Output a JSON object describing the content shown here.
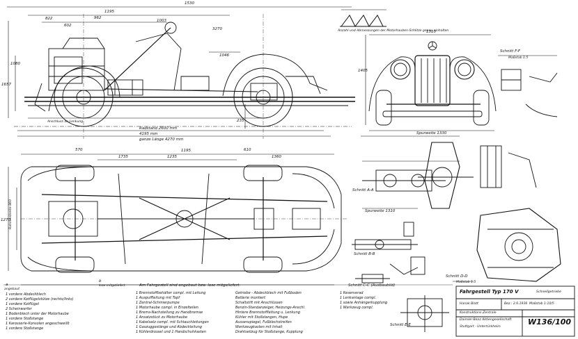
{
  "top_dims": {
    "overall": "1530",
    "d1": "1195",
    "d2": "962",
    "d3": "822",
    "d4": "602",
    "d5": "1046",
    "d6": "1657",
    "d7": "3270",
    "d8": "1003",
    "d9": "1080"
  },
  "side_view": {
    "wheelbase": "Radstand 2600 mm",
    "length_1": "4195 mm",
    "length_2": "ganze Länge 4270 mm",
    "ground_clearance": "235",
    "note": "Anschluss an Lenkung"
  },
  "front_view": {
    "caption": "Anzahl und Abmessungen der Motorhauben-Schlitze genau einhalten",
    "section_ff": "Schnitt F-F",
    "scale_ff": "Maßstab 1:5",
    "track": "Spurweite 1330",
    "dim_wheel": "1310",
    "dim_height": "1405"
  },
  "plan_view": {
    "d1": "570",
    "d2": "1735",
    "d3": "1195",
    "d4": "1235",
    "d5": "610",
    "d6": "1360",
    "width": "1270",
    "left_dim": "Rahmenbreite 860"
  },
  "sections": {
    "aa": "Schnitt A-A",
    "bb": "Schnitt B-B",
    "cc": "Schnitt C-C (Ausbaubild)",
    "dd": "Schnitt D-D",
    "dd_scale": "Maßstab 1:5",
    "ee": "Schnitt E-E",
    "rear_track": "Spurweite 1310"
  },
  "legend": {
    "header_a": "a",
    "sub_a": "angebaut",
    "header_b": "b",
    "sub_b": "lose mitgeliefert",
    "col_title": "Am Fahrgestell sind angebaut bzw. lose mitgeliefert:",
    "col1": [
      "1 vordere Abdeckblech",
      "2 vordere Kotflügelstütze (rechts/links)",
      "1 vordere Kotflügel",
      "2 Scheinwerfer",
      "1 Bodenblech unter der Motorhaube",
      "1 vordere Stoßstange",
      "1 Karosserie-Konsolen angeschweißt",
      "1 vordere Stoßstange"
    ],
    "col2": [
      "1 Brennstoffbehälter compl. mit Leitung",
      "1 Auspuffleitung mit Topf",
      "1 Zentral-Schmierpumpe",
      "1 Motorhaube compl. in Einzelteilen",
      "1 Brems-Nachstellung zu Handbremse",
      "1 Ansatzstück zu Motorhaube",
      "1 Kabelsatz compl. mit Schlauchleitungen",
      "1 Gaszuggestänge und Abdeckleitung",
      "1 Kühlerdrossel und 1 Handschuhkasten"
    ],
    "col3": [
      "Getriebe - Abdeckblech mit Fußboden",
      "Batterie montiert",
      "Schaltstift mit Anschlüssen",
      "Benzin-Standanzeiger, Heizungs-Anschl.",
      "Hintere Brennstoffleitung u. Lenkung",
      "Kühler mit Stoßstangen, Hupe",
      "Aussenspiegel, Fußblechstreifen",
      "Werkzeugkasten mit Inhalt",
      "Drahtseilzug für Stoßstange, Kupplung"
    ],
    "col4": [
      "1 Reserverad",
      "1 Lenkanlage compl.",
      "1 sowie Anhängerkupplung",
      "1 Werkzeug compl."
    ]
  },
  "title_block": {
    "title": "Fahrgestell Typ 170 V",
    "subtitle": "Schnellgetriebe",
    "designer": "Hanak Blatt",
    "scale": "Maßstab 1:10/5",
    "company_1": "Konstruktions-Zentrale",
    "company_2": "Daimler-Benz Aktiengesellschaft",
    "company_3": "Stuttgart - Untertürkheim",
    "drawing_no": "W136/100",
    "date": "Bez.: 2.6.1936"
  }
}
